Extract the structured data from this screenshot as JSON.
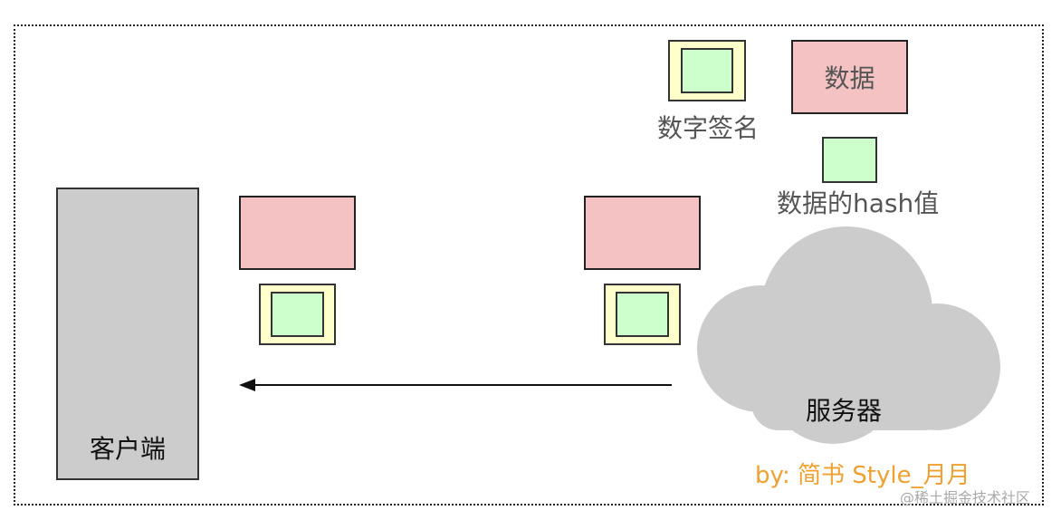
{
  "client": {
    "label": "客户端"
  },
  "server": {
    "label": "服务器"
  },
  "legend": {
    "data_label": "数据",
    "signature_label": "数字签名",
    "hash_label": "数据的hash值"
  },
  "credit": "by: 简书 Style_月月",
  "watermark": "@稀土掘金技术社区",
  "colors": {
    "data": "#f4c2c2",
    "signature_outer": "#ffffcc",
    "signature_inner": "#ccffcc",
    "client": "#cccccc",
    "cloud": "#cccccc",
    "credit": "#f0a030"
  },
  "arrow": {
    "direction": "server-to-client"
  }
}
